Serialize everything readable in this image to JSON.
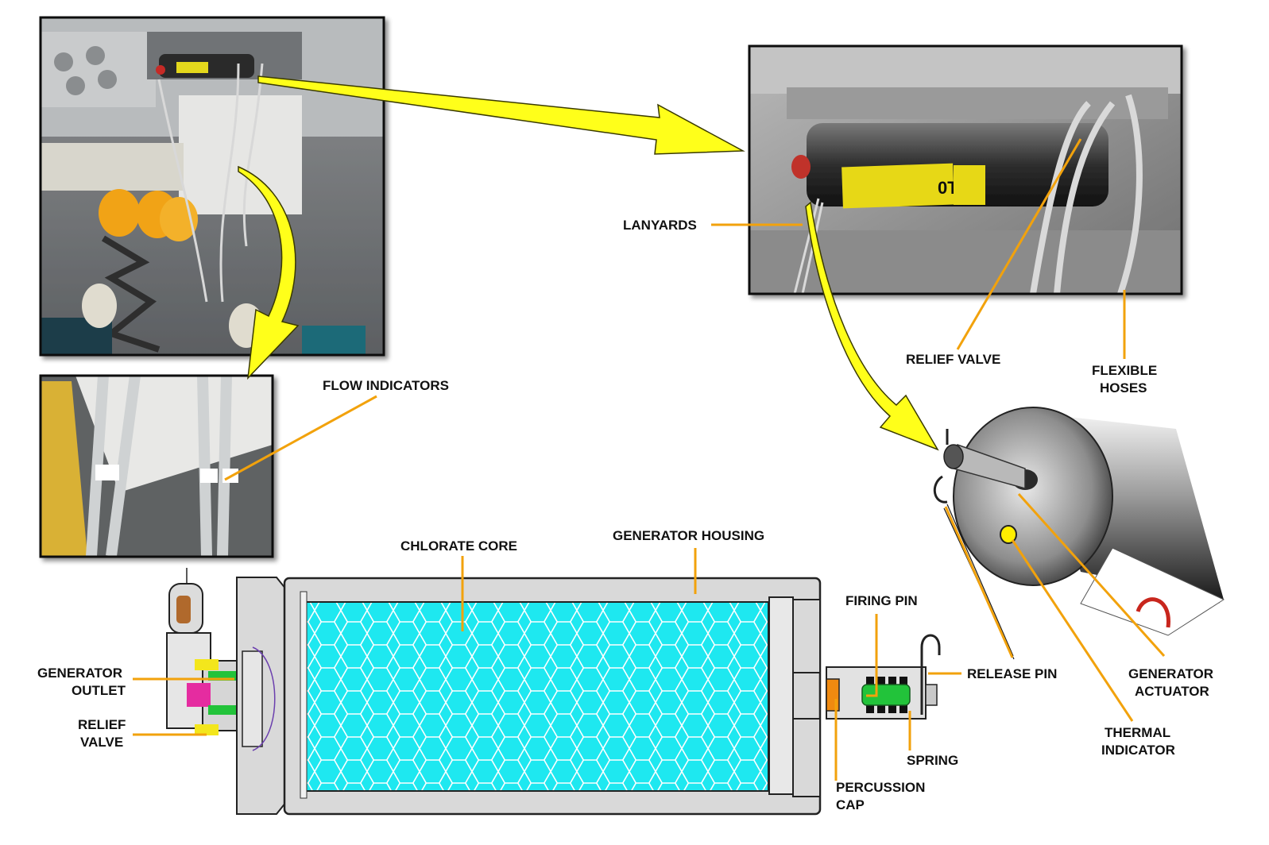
{
  "labels": {
    "lanyards": "LANYARDS",
    "relief_valve_top": "RELIEF VALVE",
    "flexible_hoses_1": "FLEXIBLE",
    "flexible_hoses_2": "HOSES",
    "flow_indicators": "FLOW INDICATORS",
    "chlorate_core": "CHLORATE CORE",
    "generator_housing": "GENERATOR HOUSING",
    "firing_pin": "FIRING PIN",
    "release_pin": "RELEASE PIN",
    "generator_actuator_1": "GENERATOR",
    "generator_actuator_2": "ACTUATOR",
    "thermal_indicator_1": "THERMAL",
    "thermal_indicator_2": "INDICATOR",
    "generator_outlet_1": "GENERATOR",
    "generator_outlet_2": "OUTLET",
    "relief_valve_bottom_1": "RELIEF",
    "relief_valve_bottom_2": "VALVE",
    "spring": "SPRING",
    "percussion_cap_1": "PERCUSSION",
    "percussion_cap_2": "CAP",
    "oxygen_label_text": "0T"
  },
  "colors": {
    "arrow_fill": "#ffff1a",
    "leader_line": "#f2a20c",
    "chlorate_core": "#1ee8f0",
    "housing": "#d9d9d9",
    "firing_pin": "#22c33a",
    "percussion_cap": "#f08a10",
    "outlet_yellow": "#f3e61c",
    "outlet_magenta": "#e52ca0",
    "nozzle_blue": "#1f6ee8",
    "thermal_dot": "#ffee00"
  },
  "icons": {
    "arrow": "curved-yellow-arrow",
    "hook": "release-pin-hook"
  }
}
